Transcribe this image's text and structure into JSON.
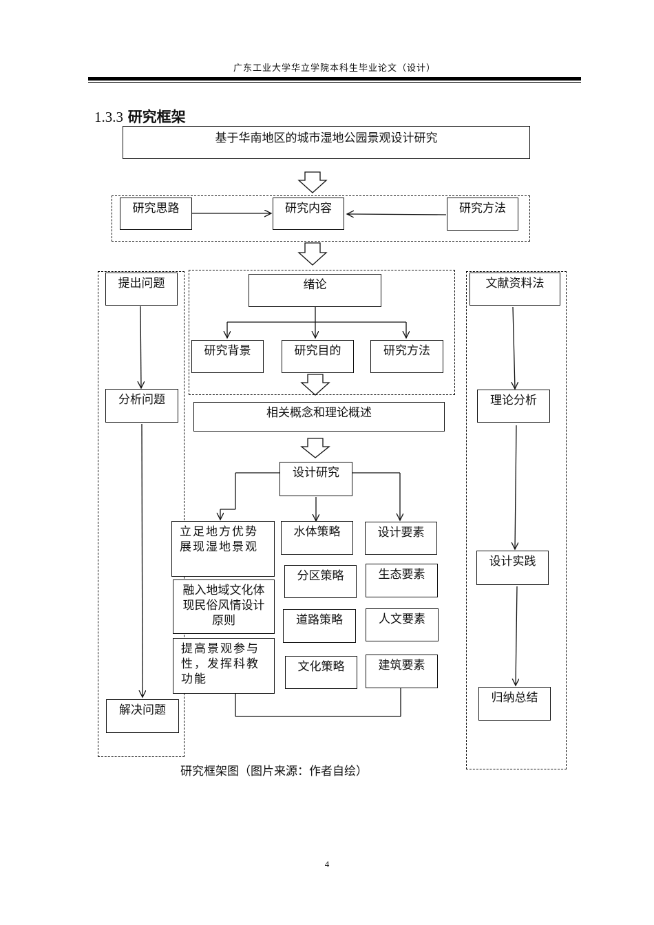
{
  "header": "广东工业大学华立学院本科生毕业论文（设计）",
  "section": {
    "number": "1.3.3",
    "title": "研究框架"
  },
  "diagram": {
    "top": "基于华南地区的城市湿地公园景观设计研究",
    "row1": {
      "left": "研究思路",
      "center": "研究内容",
      "right": "研究方法"
    },
    "left_col": {
      "q1": "提出问题",
      "q2": "分析问题",
      "q3": "解决问题"
    },
    "right_col": {
      "m1": "文献资料法",
      "m2": "理论分析",
      "m3": "设计实践",
      "m4": "归纳总结"
    },
    "intro": {
      "title": "绪论",
      "c1": "研究背景",
      "c2": "研究目的",
      "c3": "研究方法"
    },
    "theory": "相关概念和理论概述",
    "design": "设计研究",
    "principles": [
      "立足地方优势展现湿地景观",
      "融入地域文化体现民俗风情设计原则",
      "提高景观参与性，发挥科教功能"
    ],
    "strategies": [
      "水体策略",
      "分区策略",
      "道路策略",
      "文化策略"
    ],
    "elements": [
      "设计要素",
      "生态要素",
      "人文要素",
      "建筑要素"
    ]
  },
  "caption": "研究框架图（图片来源：作者自绘）",
  "page_number": "4"
}
